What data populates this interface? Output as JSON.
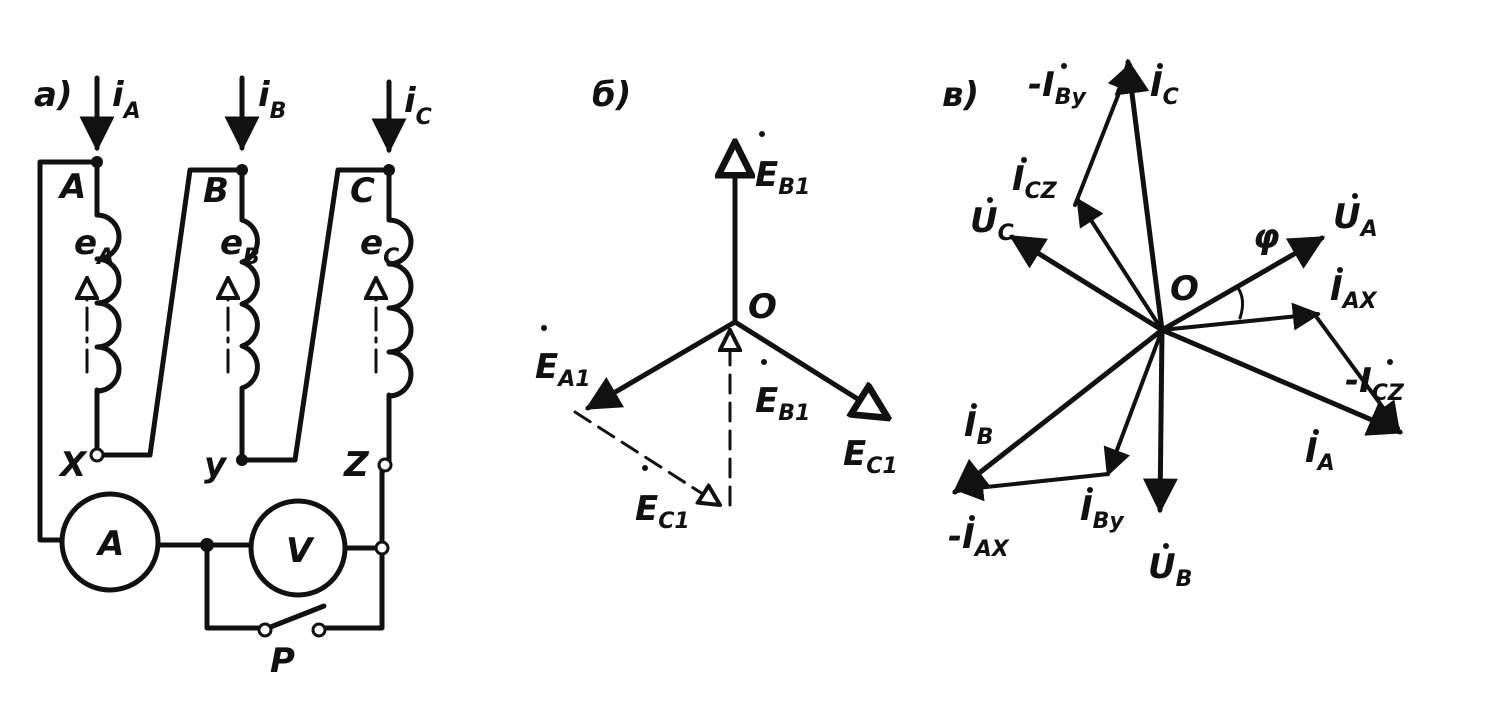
{
  "panel_a": {
    "label": "a)",
    "currents": [
      {
        "main": "i",
        "sub": "A"
      },
      {
        "main": "i",
        "sub": "B"
      },
      {
        "main": "i",
        "sub": "C"
      }
    ],
    "terminals_top": [
      "A",
      "B",
      "C"
    ],
    "terminals_bottom": [
      "X",
      "y",
      "Z"
    ],
    "emfs": [
      {
        "main": "e",
        "sub": "A"
      },
      {
        "main": "e",
        "sub": "B"
      },
      {
        "main": "e",
        "sub": "C"
      }
    ],
    "ammeter": "A",
    "voltmeter": "V",
    "switch": "P"
  },
  "panel_b": {
    "label": "б)",
    "origin": "O",
    "vectors": [
      {
        "main": "E",
        "sub": "B1"
      },
      {
        "main": "E",
        "sub": "A1"
      },
      {
        "main": "E",
        "sub": "C1"
      },
      {
        "main": "E",
        "sub": "B1"
      },
      {
        "main": "E",
        "sub": "C1"
      }
    ]
  },
  "panel_c": {
    "label": "в)",
    "origin": "O",
    "angle": "φ",
    "vectors": [
      {
        "main": "-I",
        "sub": "By"
      },
      {
        "main": "I",
        "sub": "C"
      },
      {
        "main": "I",
        "sub": "CZ"
      },
      {
        "main": "U",
        "sub": "C"
      },
      {
        "main": "U",
        "sub": "A"
      },
      {
        "main": "I",
        "sub": "AX"
      },
      {
        "main": "-I",
        "sub": "CZ"
      },
      {
        "main": "I",
        "sub": "A"
      },
      {
        "main": "I",
        "sub": "B"
      },
      {
        "main": "-I",
        "sub": "AX"
      },
      {
        "main": "I",
        "sub": "By"
      },
      {
        "main": "U",
        "sub": "B"
      }
    ]
  }
}
